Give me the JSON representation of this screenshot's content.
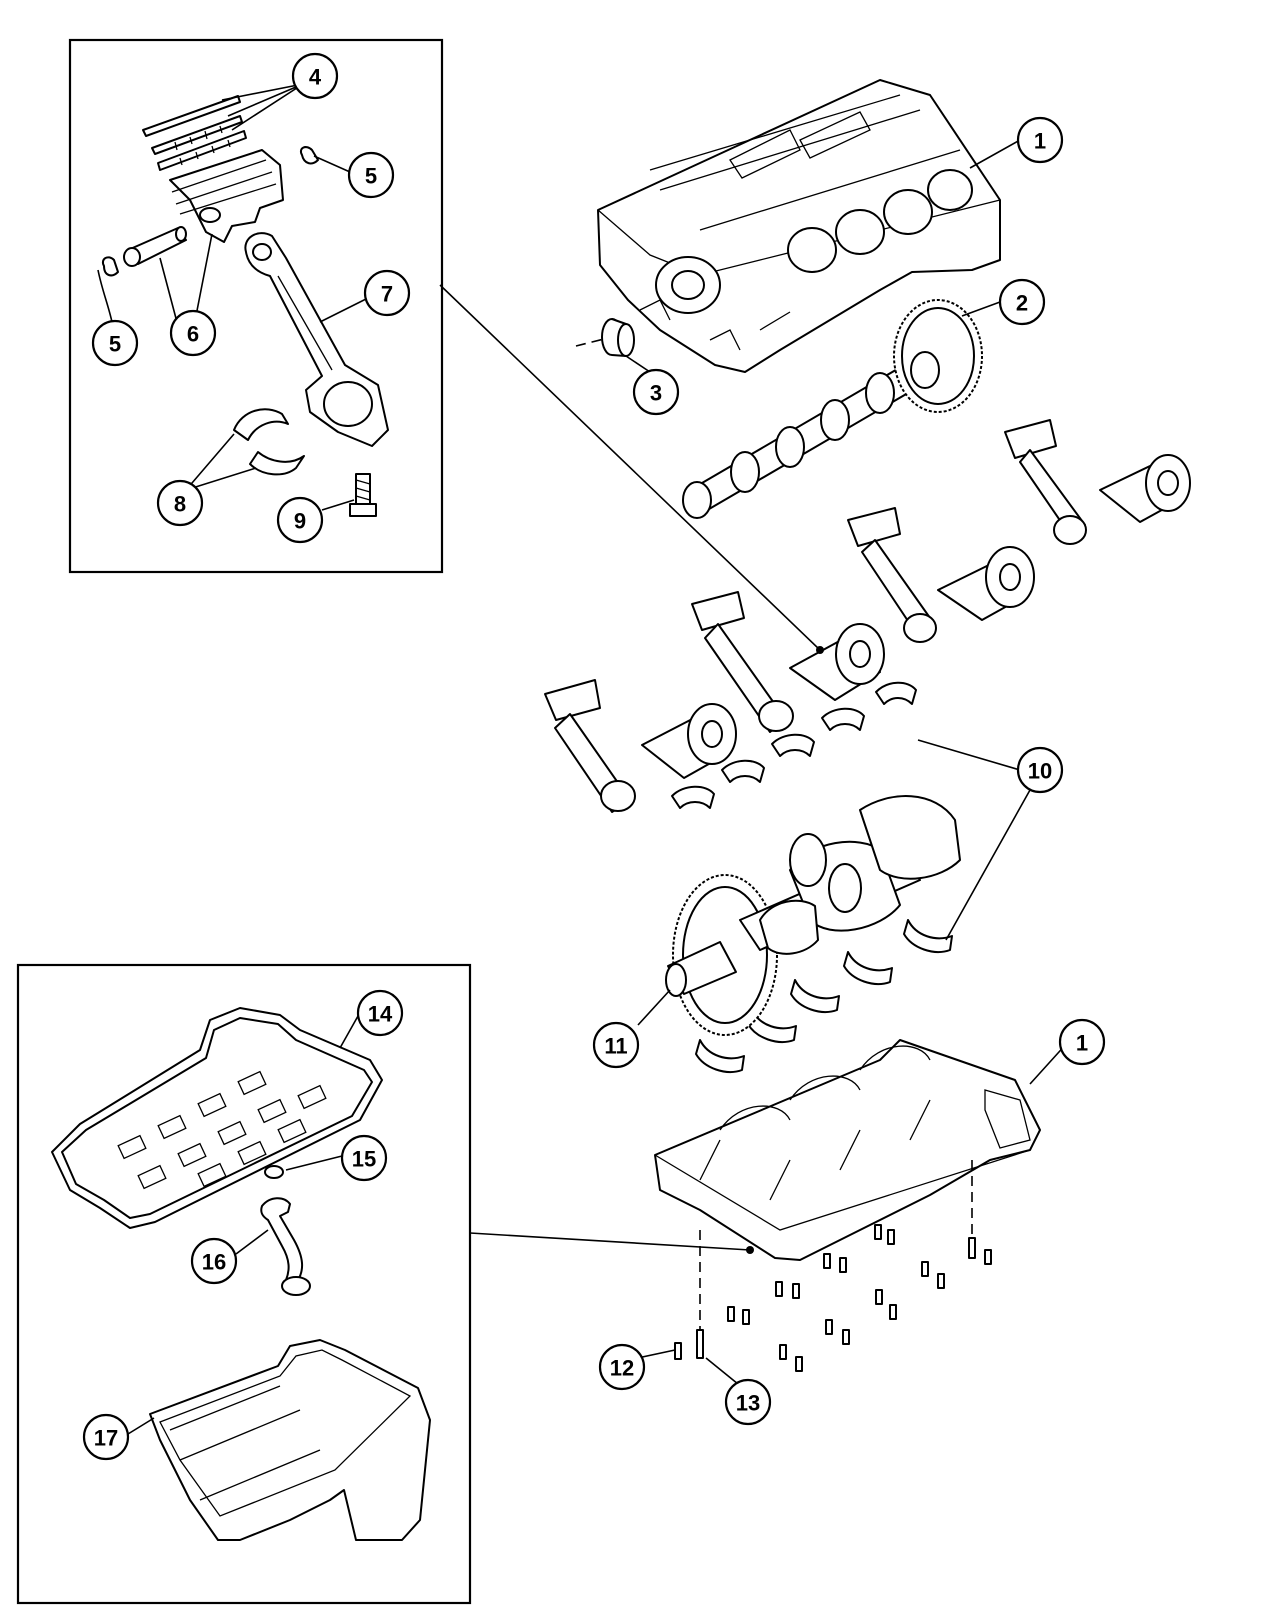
{
  "callouts": [
    {
      "id": "c1a",
      "label": "1"
    },
    {
      "id": "c2",
      "label": "2"
    },
    {
      "id": "c3",
      "label": "3"
    },
    {
      "id": "c4",
      "label": "4"
    },
    {
      "id": "c5a",
      "label": "5"
    },
    {
      "id": "c5b",
      "label": "5"
    },
    {
      "id": "c6",
      "label": "6"
    },
    {
      "id": "c7",
      "label": "7"
    },
    {
      "id": "c8",
      "label": "8"
    },
    {
      "id": "c9",
      "label": "9"
    },
    {
      "id": "c10",
      "label": "10"
    },
    {
      "id": "c11",
      "label": "11"
    },
    {
      "id": "c1b",
      "label": "1"
    },
    {
      "id": "c12",
      "label": "12"
    },
    {
      "id": "c13",
      "label": "13"
    },
    {
      "id": "c14",
      "label": "14"
    },
    {
      "id": "c15",
      "label": "15"
    },
    {
      "id": "c16",
      "label": "16"
    },
    {
      "id": "c17",
      "label": "17"
    }
  ]
}
